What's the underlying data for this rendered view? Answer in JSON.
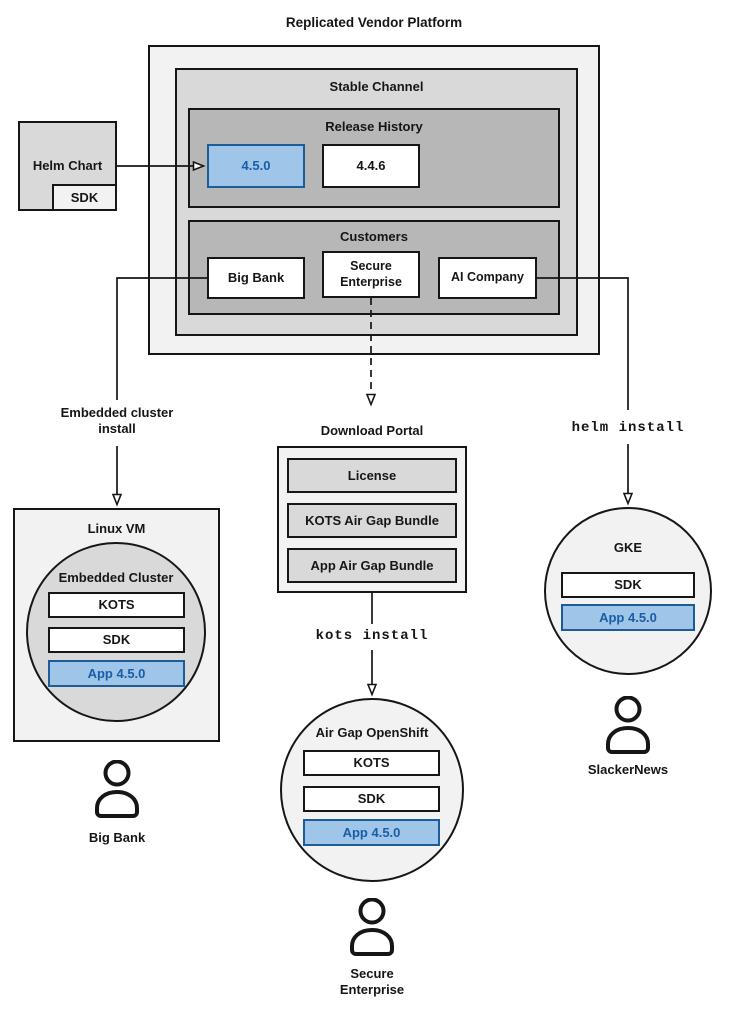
{
  "title": "Replicated Vendor Platform",
  "platform": {
    "stable_channel_label": "Stable Channel",
    "release_history_label": "Release History",
    "release_new": "4.5.0",
    "release_old": "4.4.6",
    "customers_label": "Customers",
    "customer_big_bank": "Big Bank",
    "customer_secure_enterprise": "Secure Enterprise",
    "customer_ai_company": "AI Company"
  },
  "helm_chart": {
    "label": "Helm Chart",
    "sdk": "SDK"
  },
  "flow_embedded": {
    "install_label": "Embedded cluster install",
    "vm_label": "Linux VM",
    "cluster_label": "Embedded Cluster",
    "kots": "KOTS",
    "sdk": "SDK",
    "app": "App 4.5.0",
    "user": "Big Bank"
  },
  "flow_airgap": {
    "portal_label": "Download Portal",
    "license": "License",
    "kots_bundle": "KOTS Air Gap Bundle",
    "app_bundle": "App Air Gap Bundle",
    "install_cmd": "kots install",
    "cluster_label": "Air Gap OpenShift",
    "kots": "KOTS",
    "sdk": "SDK",
    "app": "App 4.5.0",
    "user": "Secure Enterprise"
  },
  "flow_helm": {
    "install_cmd": "helm install",
    "cluster_label": "GKE",
    "sdk": "SDK",
    "app": "App 4.5.0",
    "user": "SlackerNews"
  },
  "colors": {
    "lightest_gray": "#f2f2f2",
    "mid_gray": "#d9d9d9",
    "dark_gray": "#b7b7b7",
    "blue_fill": "#9fc5e8",
    "blue_border": "#1c5d99",
    "blue_text": "#1a5da6",
    "line_color": "#161616"
  }
}
